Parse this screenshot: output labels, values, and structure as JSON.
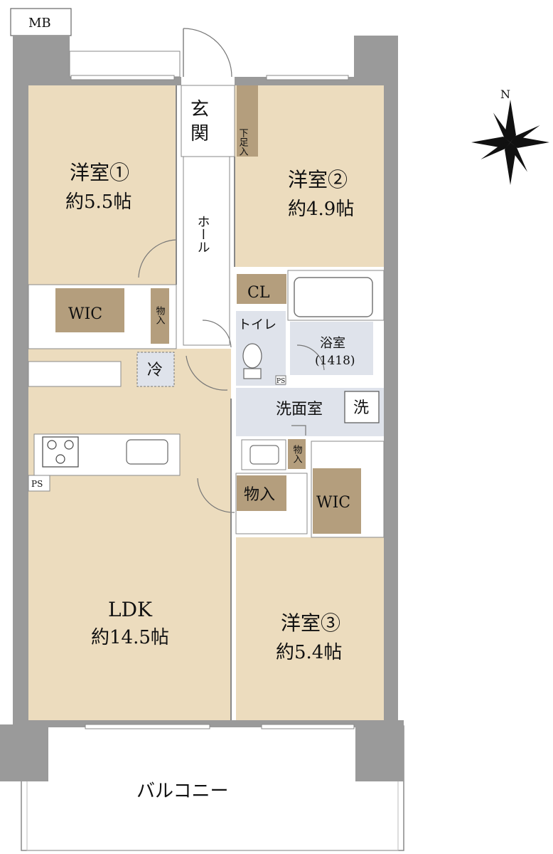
{
  "rooms": {
    "western1_name": "洋室①",
    "western1_size": "約5.5帖",
    "western2_name": "洋室②",
    "western2_size": "約4.9帖",
    "western3_name": "洋室③",
    "western3_size": "約5.4帖",
    "ldk_name": "LDK",
    "ldk_size": "約14.5帖",
    "entrance": "玄関",
    "shoe_box": "下足入",
    "hall": "ホール",
    "closet": "CL",
    "toilet": "トイレ",
    "bath_name": "浴室",
    "bath_size": "(1418)",
    "washroom": "洗面室",
    "washer": "洗",
    "wic1": "WIC",
    "wic2": "WIC",
    "storage_small1": "物入",
    "storage_small2": "物入",
    "storage_large": "物入",
    "fridge": "冷",
    "ps1": "PS",
    "ps2": "PS",
    "mb": "MB",
    "balcony": "バルコニー"
  },
  "compass": {
    "north": "N"
  },
  "colors": {
    "room_fill": "#ecdcbe",
    "wet_area_fill": "#dfe3eb",
    "storage_fill": "#b49e7d",
    "wall": "#9a9a9a"
  }
}
